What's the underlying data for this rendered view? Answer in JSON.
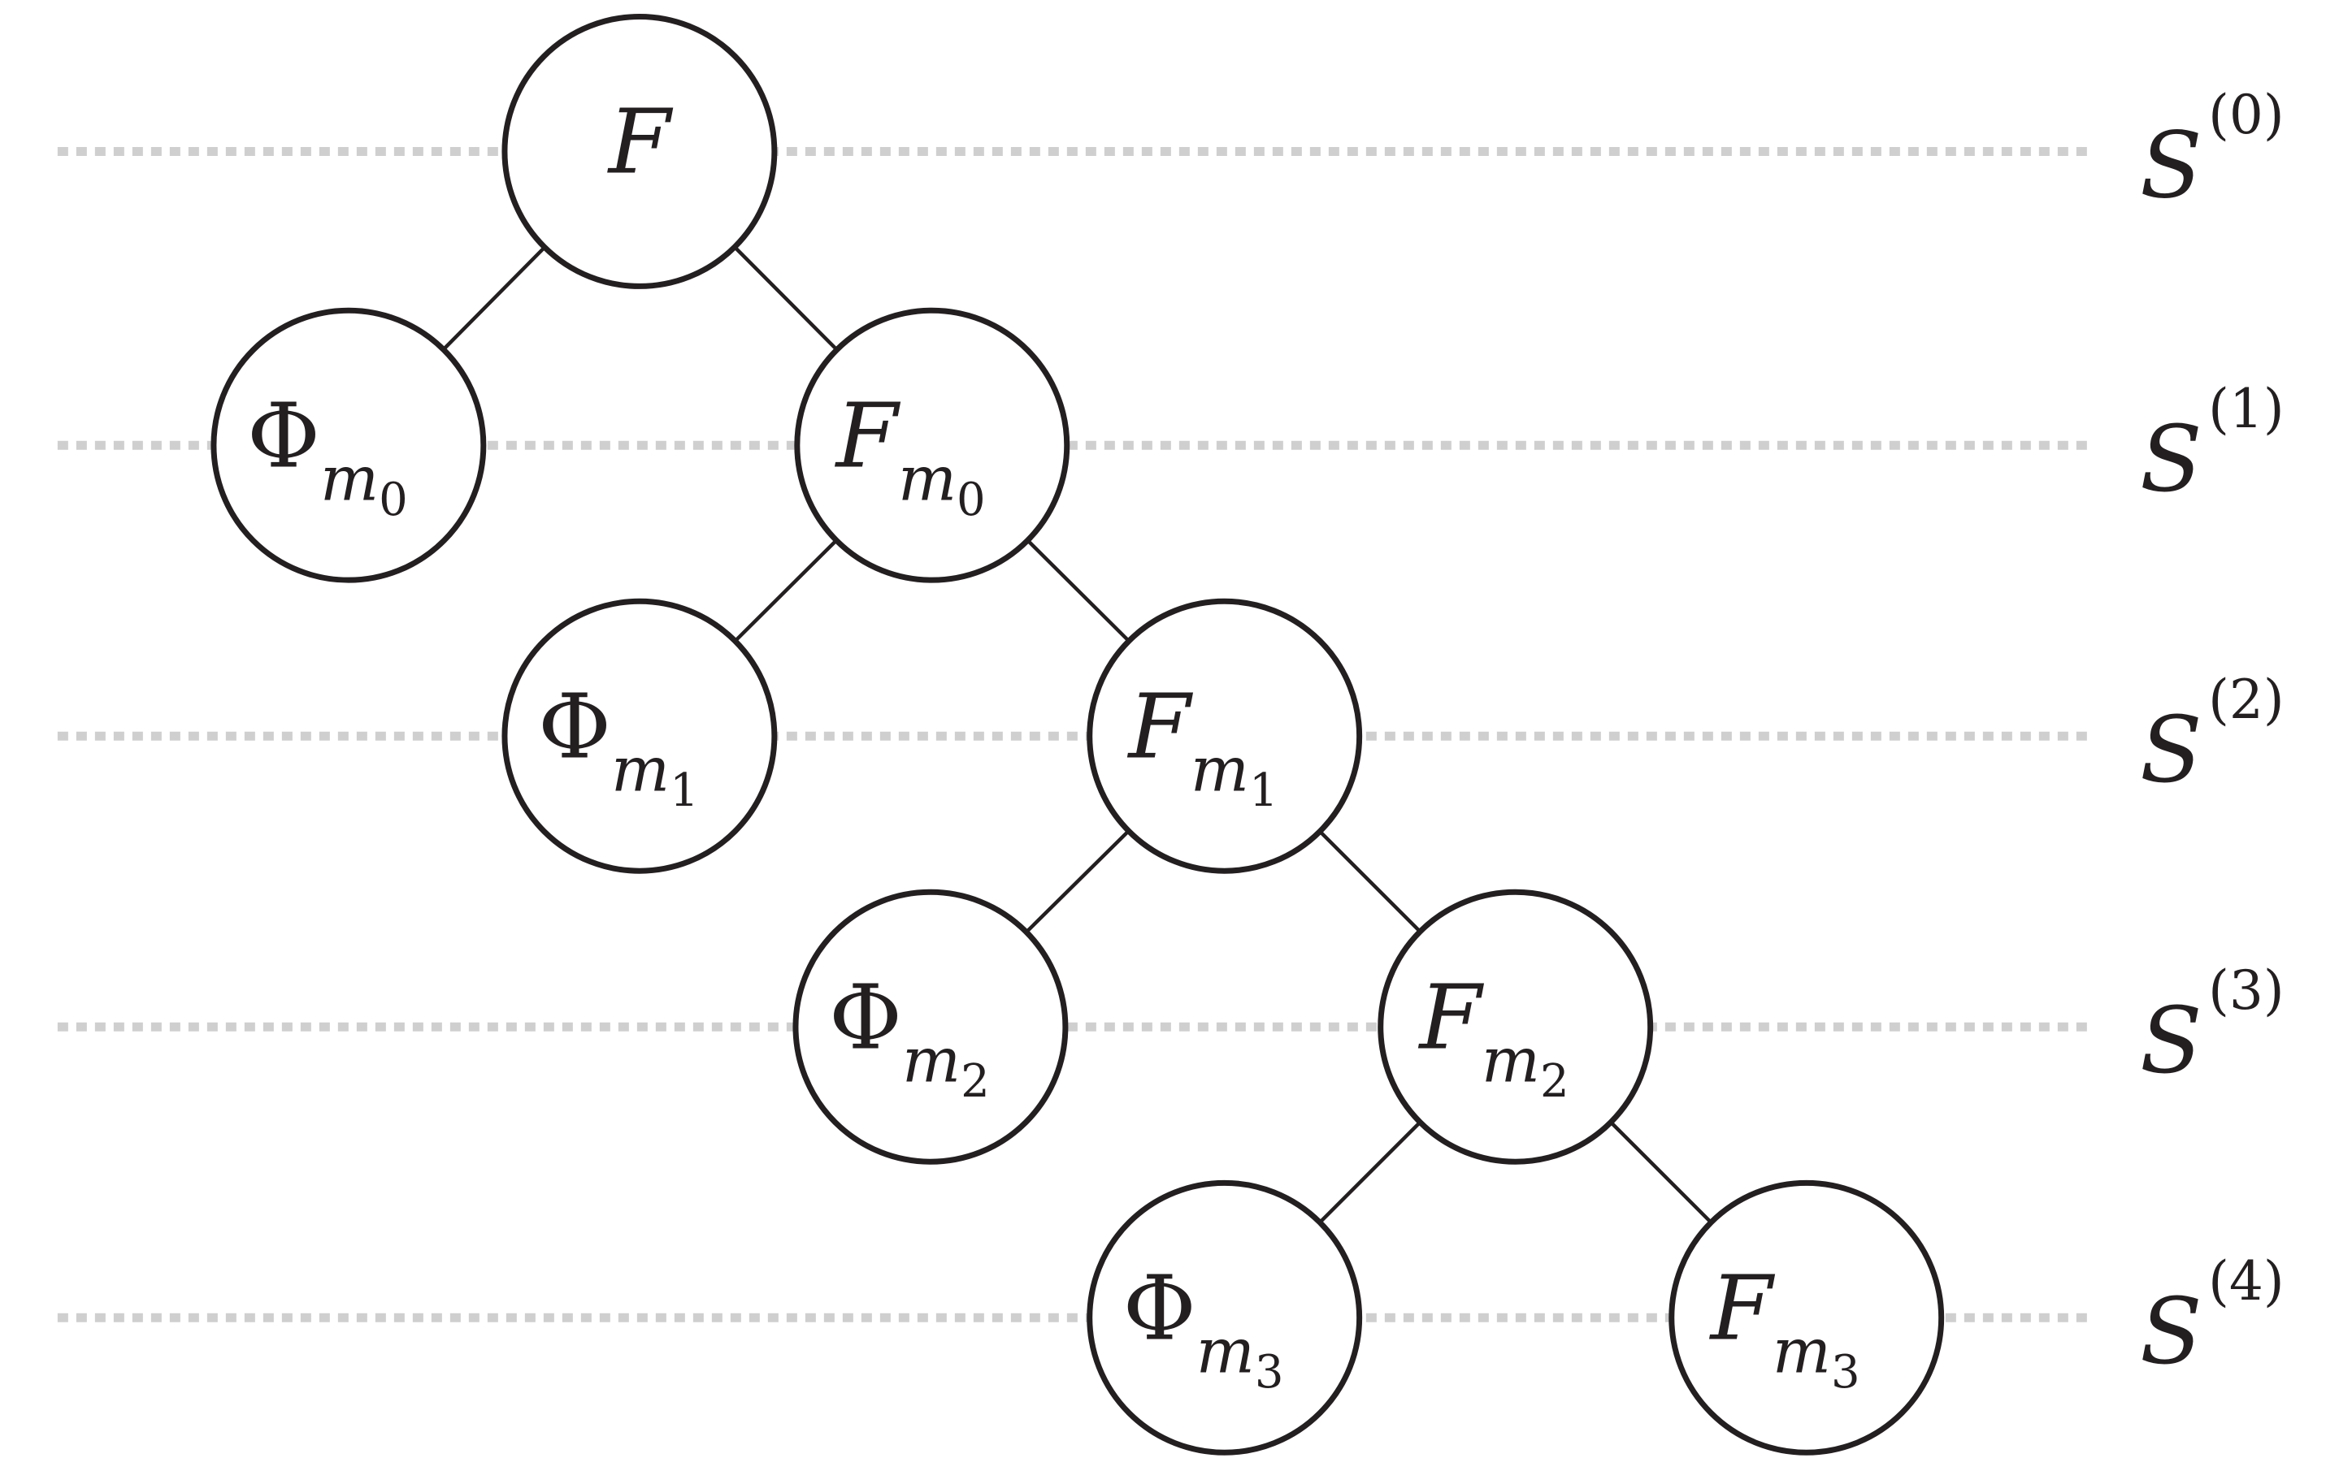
{
  "nodes": [
    {
      "id": "F",
      "symbol": "F",
      "sub": "",
      "subsub": "",
      "italic": true
    },
    {
      "id": "Phi_m0",
      "symbol": "Φ",
      "sub": "m",
      "subsub": "0",
      "italic": false
    },
    {
      "id": "F_m0",
      "symbol": "F",
      "sub": "m",
      "subsub": "0",
      "italic": true
    },
    {
      "id": "Phi_m1",
      "symbol": "Φ",
      "sub": "m",
      "subsub": "1",
      "italic": false
    },
    {
      "id": "F_m1",
      "symbol": "F",
      "sub": "m",
      "subsub": "1",
      "italic": true
    },
    {
      "id": "Phi_m2",
      "symbol": "Φ",
      "sub": "m",
      "subsub": "2",
      "italic": false
    },
    {
      "id": "F_m2",
      "symbol": "F",
      "sub": "m",
      "subsub": "2",
      "italic": true
    },
    {
      "id": "Phi_m3",
      "symbol": "Φ",
      "sub": "m",
      "subsub": "3",
      "italic": false
    },
    {
      "id": "F_m3",
      "symbol": "F",
      "sub": "m",
      "subsub": "3",
      "italic": true
    }
  ],
  "edges": [
    [
      "F",
      "Phi_m0"
    ],
    [
      "F",
      "F_m0"
    ],
    [
      "F_m0",
      "Phi_m1"
    ],
    [
      "F_m0",
      "F_m1"
    ],
    [
      "F_m1",
      "Phi_m2"
    ],
    [
      "F_m1",
      "F_m2"
    ],
    [
      "F_m2",
      "Phi_m3"
    ],
    [
      "F_m2",
      "F_m3"
    ]
  ],
  "levels": [
    {
      "symbol": "S",
      "superscript": "(0)"
    },
    {
      "symbol": "S",
      "superscript": "(1)"
    },
    {
      "symbol": "S",
      "superscript": "(2)"
    },
    {
      "symbol": "S",
      "superscript": "(3)"
    },
    {
      "symbol": "S",
      "superscript": "(4)"
    }
  ],
  "colors": {
    "node_stroke": "#231f20",
    "guide_line": "#cfcfcf",
    "background": "#ffffff"
  }
}
